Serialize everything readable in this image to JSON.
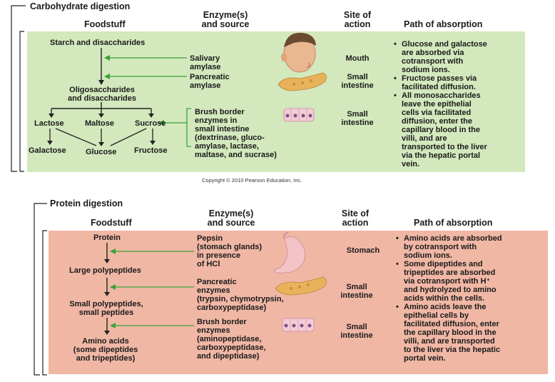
{
  "carbohydrate": {
    "section_title": "Carbohydrate digestion",
    "headers": {
      "foodstuff": "Foodstuff",
      "enzymes_l1": "Enzyme(s)",
      "enzymes_l2": "and source",
      "site_l1": "Site of",
      "site_l2": "action",
      "path": "Path of absorption"
    },
    "foodstuffs": {
      "starch": "Starch and disaccharides",
      "oligo_l1": "Oligosaccharides",
      "oligo_l2": "and disaccharides",
      "lactose": "Lactose",
      "maltose": "Maltose",
      "sucrose": "Sucrose",
      "galactose": "Galactose",
      "glucose": "Glucose",
      "fructose": "Fructose"
    },
    "enzymes": {
      "salivary_l1": "Salivary",
      "salivary_l2": "amylase",
      "pancreatic_l1": "Pancreatic",
      "pancreatic_l2": "amylase",
      "brush": [
        "Brush border",
        "enzymes in",
        "small intestine",
        "(dextrinase, gluco-",
        "amylase, lactase,",
        "maltase, and sucrase)"
      ]
    },
    "sites": {
      "mouth": "Mouth",
      "small1_l1": "Small",
      "small1_l2": "intestine",
      "small2_l1": "Small",
      "small2_l2": "intestine"
    },
    "absorption": [
      [
        "Glucose and galactose",
        "are absorbed via",
        "cotransport with",
        "sodium ions."
      ],
      [
        "Fructose passes via",
        "facilitated diffusion."
      ],
      [
        "All monosaccharides",
        "leave the epithelial",
        "cells via facilitated",
        "diffusion, enter the",
        "capillary blood in the",
        "villi, and are",
        "transported to the liver",
        "via the hepatic portal",
        "vein."
      ]
    ],
    "copyright": "Copyright © 2010 Pearson Education, Inc."
  },
  "protein": {
    "section_title": "Protein digestion",
    "headers": {
      "foodstuff": "Foodstuff",
      "enzymes_l1": "Enzyme(s)",
      "enzymes_l2": "and source",
      "site_l1": "Site of",
      "site_l2": "action",
      "path": "Path of absorption"
    },
    "foodstuffs": {
      "protein": "Protein",
      "large": "Large polypeptides",
      "small_l1": "Small polypeptides,",
      "small_l2": "small peptides",
      "amino_l1": "Amino acids",
      "amino_l2": "(some dipeptides",
      "amino_l3": "and tripeptides)"
    },
    "enzymes": {
      "pepsin": [
        "Pepsin",
        "(stomach glands)",
        "in presence",
        "of HCl"
      ],
      "pancreatic": [
        "Pancreatic",
        "enzymes",
        "(trypsin, chymotrypsin,",
        "carboxypeptidase)"
      ],
      "brush": [
        "Brush border",
        "enzymes",
        "(aminopeptidase,",
        "carboxypeptidase,",
        "and dipeptidase)"
      ]
    },
    "sites": {
      "stomach": "Stomach",
      "small1_l1": "Small",
      "small1_l2": "intestine",
      "small2_l1": "Small",
      "small2_l2": "intestine"
    },
    "absorption": [
      [
        "Amino acids are absorbed",
        "by cotransport with",
        "sodium ions."
      ],
      [
        "Some dipeptides and",
        "tripeptides are absorbed",
        "via cotransport with H⁺",
        "and hydrolyzed to amino",
        "acids within the cells."
      ],
      [
        "Amino acids leave the",
        "epithelial cells by",
        "facilitated diffusion, enter",
        "the capillary blood in the",
        "villi, and are transported",
        "to the liver via the hepatic",
        "portal vein."
      ]
    ]
  },
  "colors": {
    "carb_panel": "#d3e8bd",
    "protein_panel": "#f0b7a5",
    "arrow_green": "#3aa23a",
    "bracket": "#222222"
  }
}
